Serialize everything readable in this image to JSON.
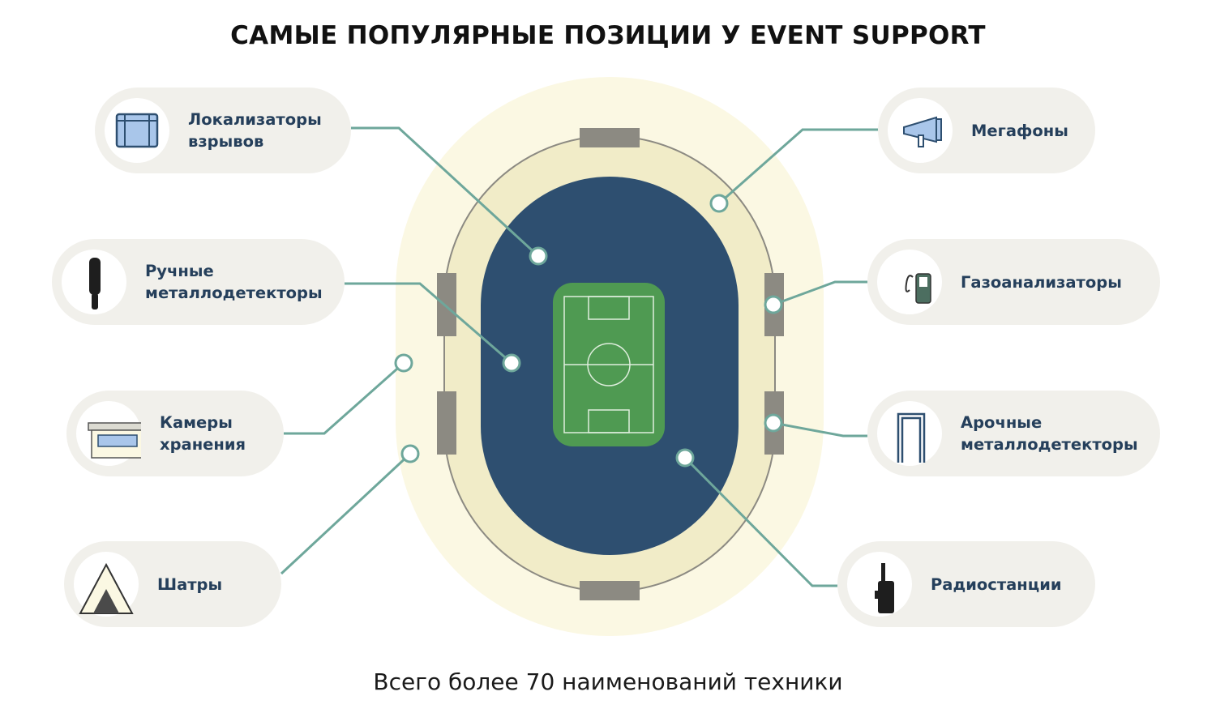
{
  "title": "САМЫЕ ПОПУЛЯРНЫЕ ПОЗИЦИИ У EVENT SUPPORT",
  "footer": "Всего более 70 наименований техники",
  "colors": {
    "pill_bg": "#f1f0eb",
    "label_text": "#253f5b",
    "connector": "#6ea79b",
    "halo": "#fbf8e3",
    "stands": "#f1ecc8",
    "track": "#2e4f70",
    "pitch": "#4f9a52",
    "gate": "#8c8a82"
  },
  "items": {
    "localizers": {
      "label": "Локализаторы\nвзрывов",
      "icon": "blast-localizer-icon"
    },
    "handheld": {
      "label": "Ручные\nметаллодетекторы",
      "icon": "handheld-metal-detector-icon"
    },
    "lockers": {
      "label": "Камеры\nхранения",
      "icon": "storage-locker-icon"
    },
    "tents": {
      "label": "Шатры",
      "icon": "tent-icon"
    },
    "megaphones": {
      "label": "Мегафоны",
      "icon": "megaphone-icon"
    },
    "gas": {
      "label": "Газоанализаторы",
      "icon": "gas-analyzer-icon"
    },
    "arch": {
      "label": "Арочные\nметаллодетекторы",
      "icon": "arch-metal-detector-icon"
    },
    "radio": {
      "label": "Радиостанции",
      "icon": "radio-icon"
    }
  }
}
